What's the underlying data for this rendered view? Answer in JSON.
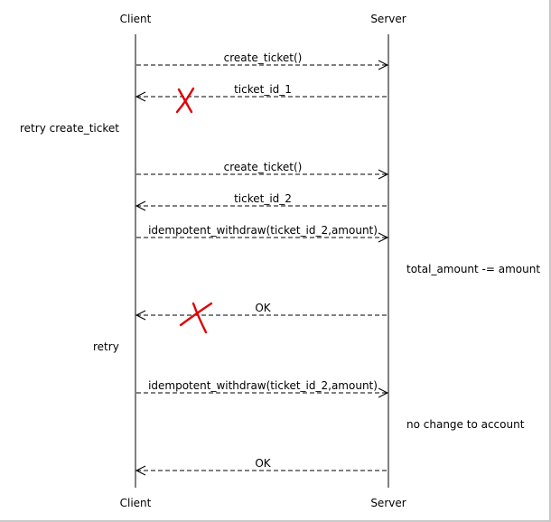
{
  "participants": {
    "client": "Client",
    "server": "Server"
  },
  "messages": [
    {
      "label": "create_ticket()",
      "direction": "to-server"
    },
    {
      "label": "ticket_id_1",
      "direction": "to-client",
      "lost": true
    },
    {
      "label": "create_ticket()",
      "direction": "to-server"
    },
    {
      "label": "ticket_id_2",
      "direction": "to-client"
    },
    {
      "label": "idempotent_withdraw(ticket_id_2,amount)",
      "direction": "to-server"
    },
    {
      "label": "OK",
      "direction": "to-client",
      "lost": true
    },
    {
      "label": "idempotent_withdraw(ticket_id_2,amount)",
      "direction": "to-server"
    },
    {
      "label": "OK",
      "direction": "to-client"
    }
  ],
  "notes": {
    "retry_create": "retry create_ticket",
    "retry": "retry",
    "total_amount": "total_amount -= amount",
    "no_change": "no change to account"
  },
  "colors": {
    "line": "#000000",
    "lost_marker": "#e00000"
  }
}
